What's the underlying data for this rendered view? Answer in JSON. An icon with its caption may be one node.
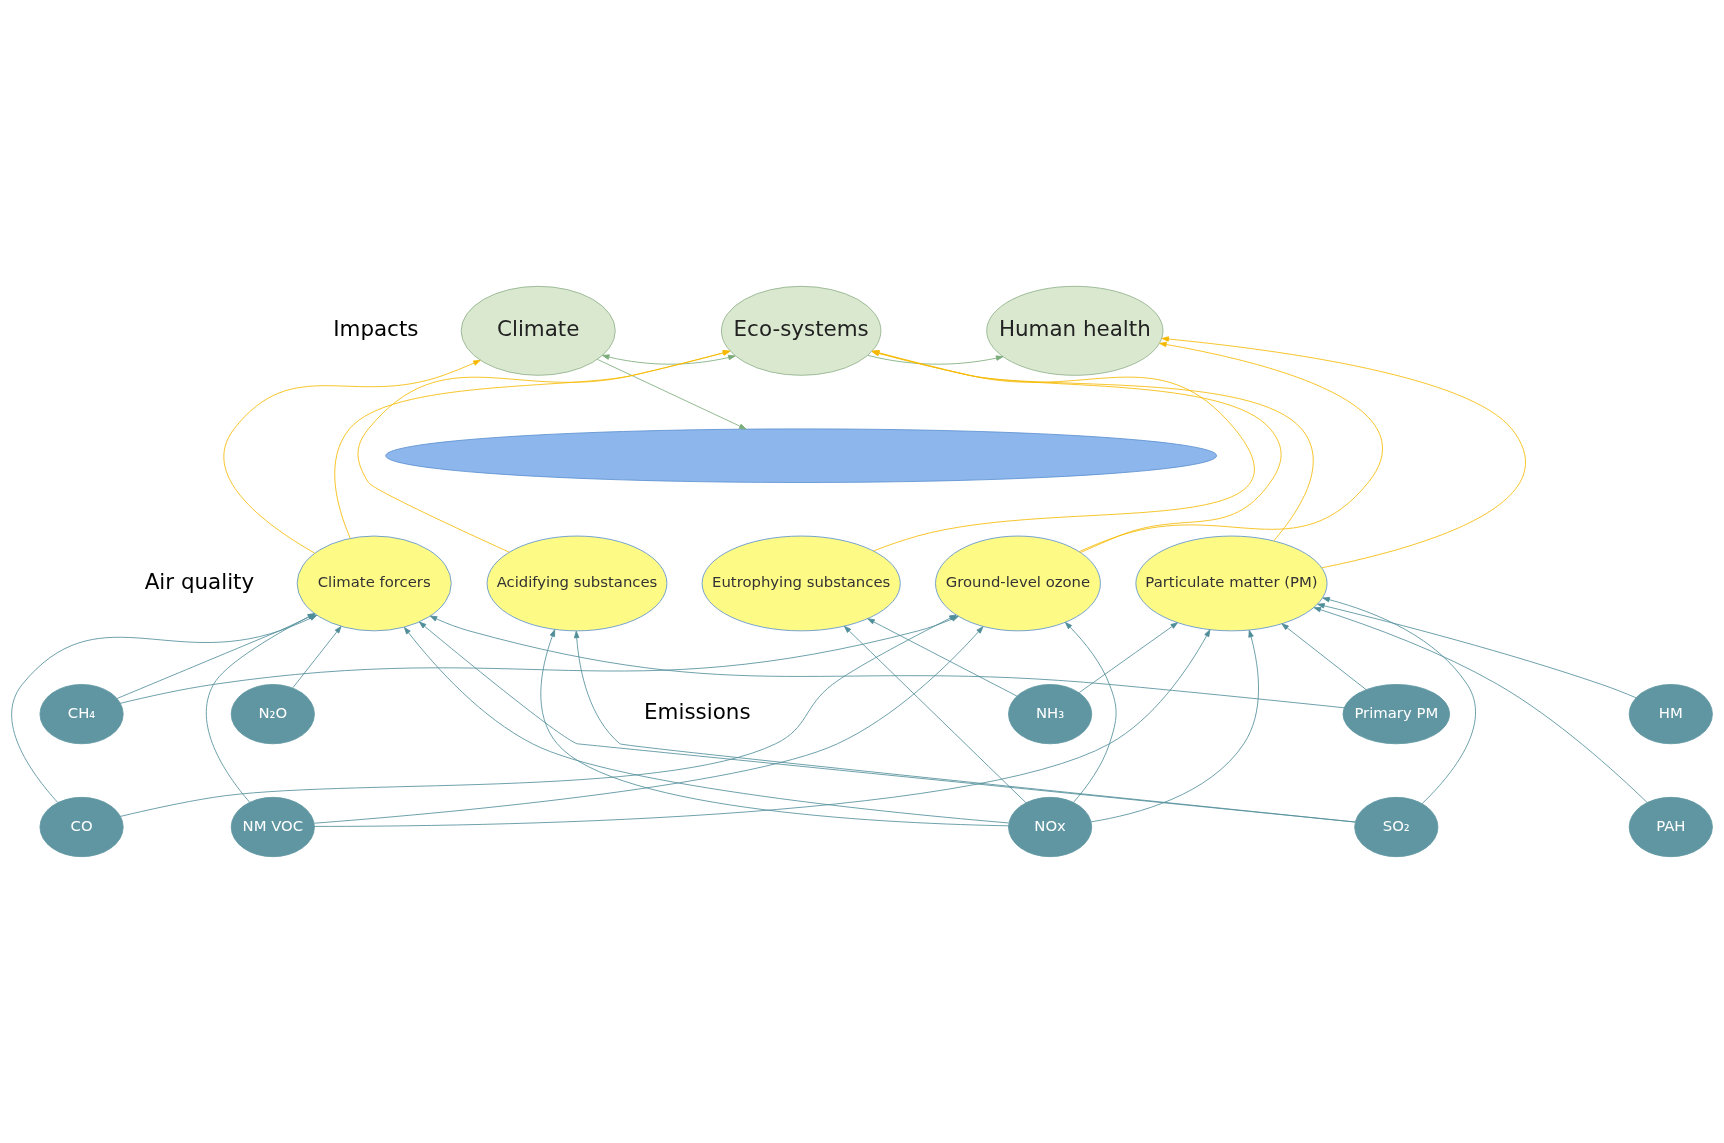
{
  "diagram": {
    "nodes": [
      {
        "text": [
          "Climate"
        ]
      },
      {
        "text": [
          "Eco-systems"
        ]
      },
      {
        "text": [
          "Human health"
        ]
      },
      {
        "text": [],
        "shape": "cloud"
      },
      {
        "text": [
          "Climate forcers"
        ]
      },
      {
        "text": [
          "Acidifying substances"
        ]
      },
      {
        "text": [
          "Eutrophying substances"
        ]
      },
      {
        "text": [
          "Ground-level ozone"
        ]
      },
      {
        "text": [
          "Particulate matter (PM)"
        ]
      },
      {
        "text": [
          "CH₄"
        ]
      },
      {
        "text": [
          "N₂O"
        ]
      },
      {
        "text": [
          "NH₃"
        ]
      },
      {
        "text": [
          "Primary PM"
        ]
      },
      {
        "text": [
          "HM"
        ]
      },
      {
        "text": [
          "CO"
        ]
      },
      {
        "text": [
          "NM VOC"
        ]
      },
      {
        "text": [
          "NOx"
        ]
      },
      {
        "text": [
          "SO₂"
        ]
      },
      {
        "text": [
          "PAH"
        ]
      }
    ],
    "edges": [
      {
        "from": 0,
        "to": 1,
        "arrow": "both",
        "color": "#7aab7a"
      },
      {
        "from": 1,
        "to": 2,
        "arrow": "to",
        "color": "#7aab7a"
      },
      {
        "from": 0,
        "to": 3,
        "arrow": "to",
        "color": "#7aab7a"
      },
      {
        "from": 4,
        "to": 0,
        "arrow": "to",
        "color": "#f5b800"
      },
      {
        "from": 4,
        "to": 1,
        "arrow": "to",
        "color": "#f5b800"
      },
      {
        "from": 5,
        "to": 1,
        "arrow": "to",
        "color": "#f5b800"
      },
      {
        "from": 6,
        "to": 1,
        "arrow": "to",
        "color": "#f5b800"
      },
      {
        "from": 7,
        "to": 1,
        "arrow": "to",
        "color": "#f5b800"
      },
      {
        "from": 7,
        "to": 2,
        "arrow": "to",
        "color": "#f5b800"
      },
      {
        "from": 8,
        "to": 1,
        "arrow": "to",
        "color": "#f5b800"
      },
      {
        "from": 8,
        "to": 2,
        "arrow": "to",
        "color": "#f5b800"
      },
      {
        "from": 9,
        "to": 4,
        "arrow": "to"
      },
      {
        "from": 14,
        "to": 4,
        "arrow": "to"
      },
      {
        "from": 15,
        "to": 4,
        "arrow": "to"
      },
      {
        "from": 10,
        "to": 4,
        "arrow": "to"
      },
      {
        "from": 16,
        "to": 4,
        "arrow": "to"
      },
      {
        "from": 17,
        "to": 4,
        "arrow": "to"
      },
      {
        "from": 12,
        "to": 4,
        "arrow": "to"
      },
      {
        "from": 16,
        "to": 5,
        "arrow": "to"
      },
      {
        "from": 17,
        "to": 5,
        "arrow": "to"
      },
      {
        "from": 11,
        "to": 6,
        "arrow": "to"
      },
      {
        "from": 16,
        "to": 6,
        "arrow": "to"
      },
      {
        "from": 9,
        "to": 7,
        "arrow": "to"
      },
      {
        "from": 14,
        "to": 7,
        "arrow": "to"
      },
      {
        "from": 15,
        "to": 7,
        "arrow": "to"
      },
      {
        "from": 16,
        "to": 7,
        "arrow": "to"
      },
      {
        "from": 11,
        "to": 8,
        "arrow": "to"
      },
      {
        "from": 15,
        "to": 8,
        "arrow": "to"
      },
      {
        "from": 16,
        "to": 8,
        "arrow": "to"
      },
      {
        "from": 17,
        "to": 8,
        "arrow": "to"
      },
      {
        "from": 12,
        "to": 8,
        "arrow": "to"
      },
      {
        "from": 13,
        "to": 8,
        "arrow": "to"
      },
      {
        "from": 18,
        "to": 8,
        "arrow": "to"
      }
    ],
    "labels": [
      "Impacts",
      "Air quality",
      "Emissions"
    ]
  }
}
